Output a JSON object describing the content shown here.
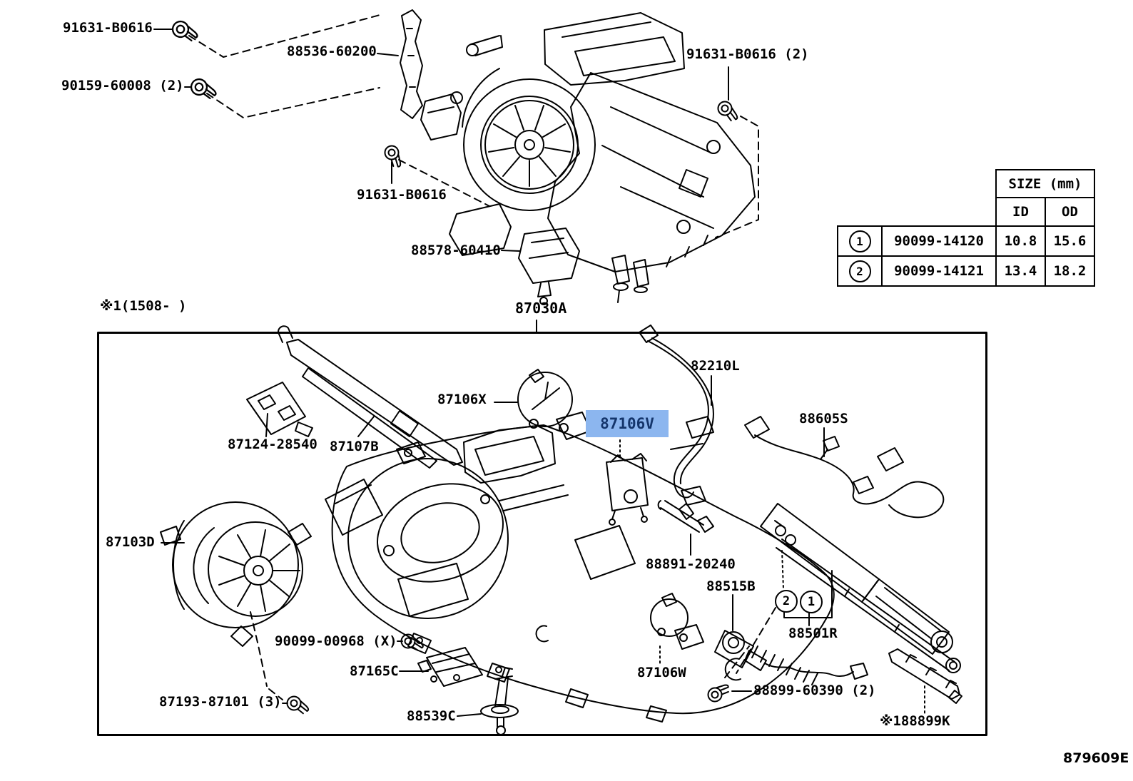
{
  "page": {
    "drawing_code": "879609E",
    "production_note": "※1(1508-    )",
    "assembly_code": "87030A"
  },
  "colors": {
    "line": "#000000",
    "highlight_bg": "#8cb6ef",
    "highlight_text": "#14356b"
  },
  "selected_part": "87106V",
  "size_table": {
    "title": "SIZE (mm)",
    "col_id": "ID",
    "col_od": "OD",
    "rows": [
      {
        "ref": "1",
        "part_number": "90099-14120",
        "id": "10.8",
        "od": "15.6"
      },
      {
        "ref": "2",
        "part_number": "90099-14121",
        "id": "13.4",
        "od": "18.2"
      }
    ]
  },
  "callouts": {
    "c1": "1",
    "c2": "2"
  },
  "parts": {
    "p91631_top": "91631-B0616",
    "p88536": "88536-60200",
    "p90159": "90159-60008 (2)",
    "p91631_mid": "91631-B0616",
    "p88578": "88578-60410",
    "p91631_right": "91631-B0616 (2)",
    "p87124": "87124-28540",
    "p87107B": "87107B",
    "p87106X": "87106X",
    "p87106V": "87106V",
    "p82210L": "82210L",
    "p88605S": "88605S",
    "p87103D": "87103D",
    "p88891": "88891-20240",
    "p88515B": "88515B",
    "p88501R": "88501R",
    "p90099_00968": "90099-00968 (X)",
    "p87165C": "87165C",
    "p87193": "87193-87101 (3)",
    "p88539C": "88539C",
    "p87106W": "87106W",
    "p88899_60390": "88899-60390 (2)",
    "p88899K": "※188899K"
  }
}
